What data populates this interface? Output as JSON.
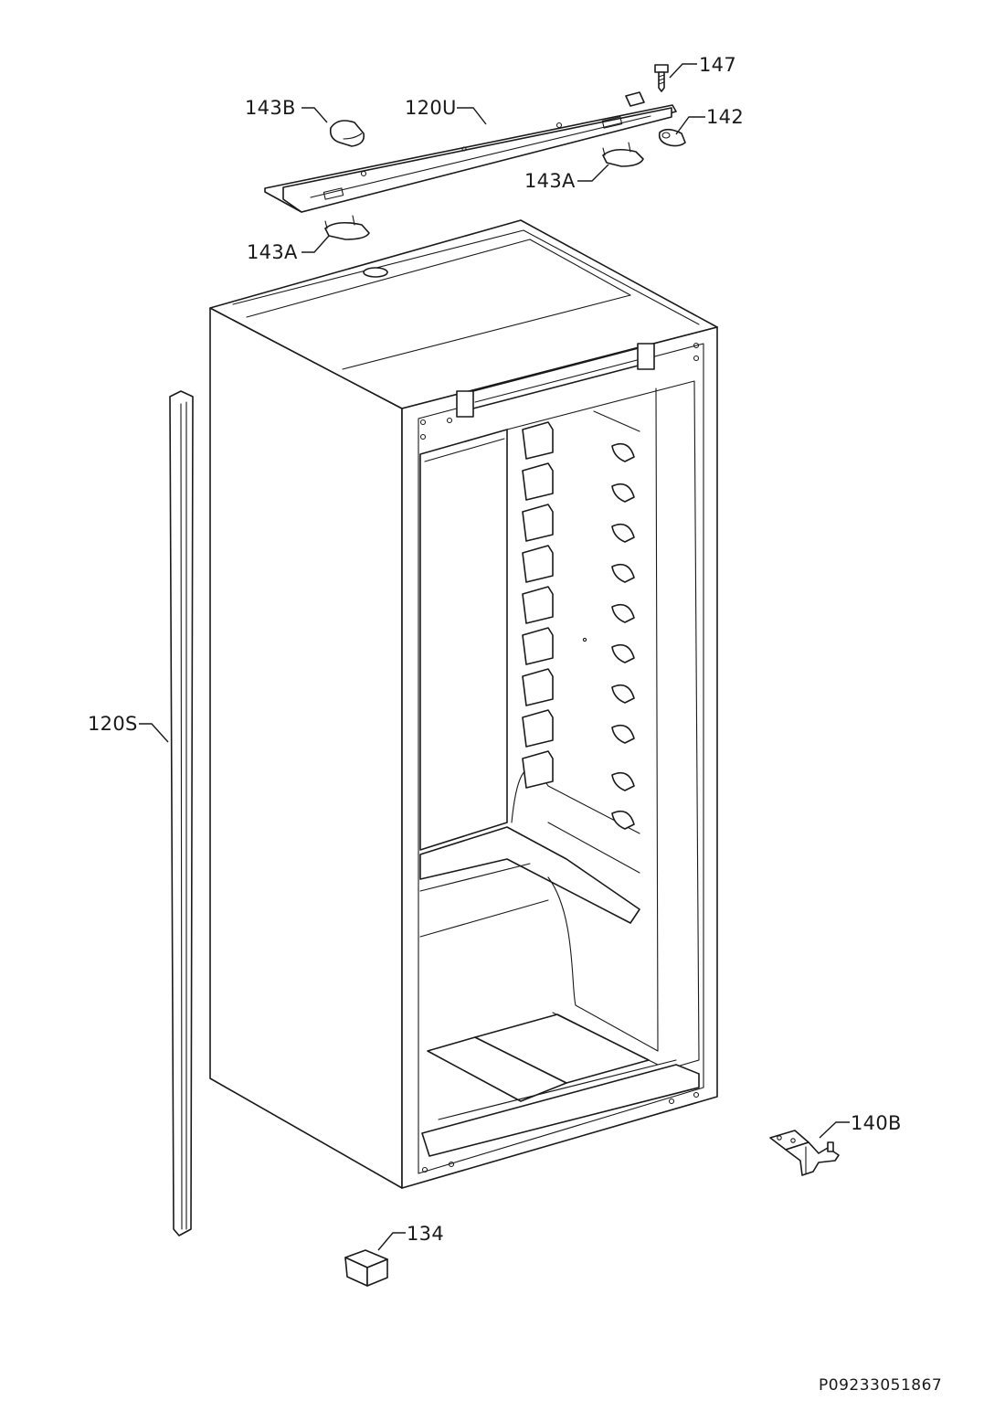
{
  "diagram": {
    "document_id": "P09233051867",
    "callouts": {
      "part_147": "147",
      "part_142": "142",
      "part_143b": "143B",
      "part_120u": "120U",
      "part_143a_upper": "143A",
      "part_143a_lower": "143A",
      "part_120s": "120S",
      "part_140b": "140B",
      "part_134": "134"
    }
  }
}
